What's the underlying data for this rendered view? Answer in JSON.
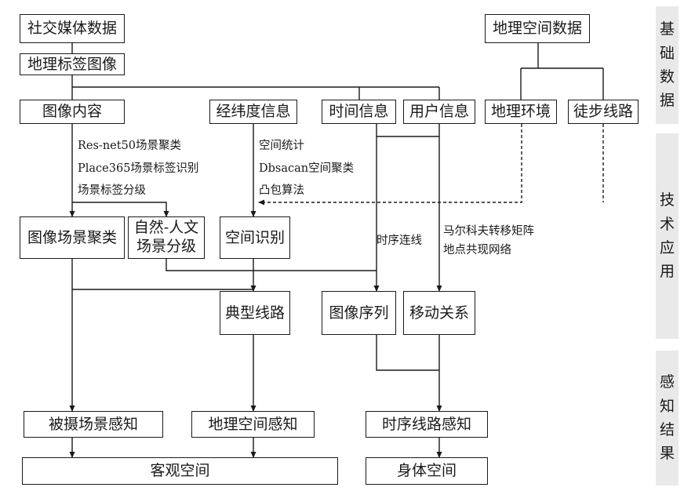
{
  "nodes": {
    "social_media_data": "社交媒体数据",
    "geo_tagged_images": "地理标签图像",
    "geo_spatial_data": "地理空间数据",
    "image_content": "图像内容",
    "lat_lon_info": "经纬度信息",
    "time_info": "时间信息",
    "user_info": "用户信息",
    "geo_environment": "地理环境",
    "hiking_routes": "徒步线路",
    "image_scene_clustering": "图像场景聚类",
    "natural_cultural_grading_line1": "自然-人文",
    "natural_cultural_grading_line2": "场景分级",
    "spatial_recognition": "空间识别",
    "typical_routes": "典型线路",
    "image_sequence": "图像序列",
    "movement_relation": "移动关系",
    "photographed_scene_perception": "被摄场景感知",
    "geo_spatial_perception": "地理空间感知",
    "temporal_route_perception": "时序线路感知",
    "objective_space": "客观空间",
    "body_space": "身体空间"
  },
  "notes": {
    "resnet": "Res-net50场景聚类",
    "place365": "Place365场景标签识别",
    "scene_grading": "场景标签分级",
    "spatial_stats": "空间统计",
    "dbscan": "Dbsacan空间聚类",
    "convex_hull": "凸包算法",
    "temporal_link": "时序连线",
    "markov": "马尔科夫转移矩阵",
    "colocation": "地点共现网络"
  },
  "side_labels": {
    "basic_data": [
      "基",
      "础",
      "数",
      "据"
    ],
    "technical_application": [
      "技",
      "术",
      "应",
      "用"
    ],
    "perception_results": [
      "感",
      "知",
      "结",
      "果"
    ]
  },
  "colors": {
    "line": "#1a1a1a",
    "side_band": "#e9e9e9"
  }
}
